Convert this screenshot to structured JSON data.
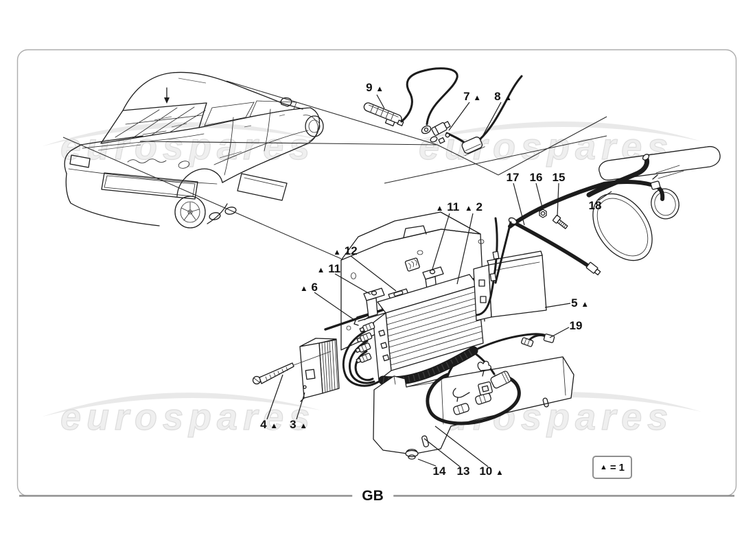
{
  "page": {
    "background": "#ffffff"
  },
  "frame": {
    "border_color": "#adadad",
    "bottom_rule_color": "#8f8f8f"
  },
  "footer": {
    "language_code": "GB"
  },
  "legend": {
    "marker": "▲",
    "equals_sign": "=",
    "value": "1"
  },
  "watermark": {
    "text": "eurospares",
    "color": "#efefef"
  },
  "colors": {
    "line_art": "#1c1c1c",
    "label_text": "#111111"
  },
  "labels": {
    "l9": {
      "num": "9",
      "marker": "▲"
    },
    "l7": {
      "num": "7",
      "marker": "▲"
    },
    "l8": {
      "num": "8",
      "marker": "▲"
    },
    "l17": {
      "num": "17"
    },
    "l16": {
      "num": "16"
    },
    "l15": {
      "num": "15"
    },
    "l18": {
      "num": "18"
    },
    "l11a": {
      "num": "11",
      "marker": "▲"
    },
    "l2": {
      "num": "2",
      "marker": "▲"
    },
    "l12": {
      "num": "12",
      "marker": "▲"
    },
    "l11b": {
      "num": "11",
      "marker": "▲"
    },
    "l6": {
      "num": "6",
      "marker": "▲"
    },
    "l5": {
      "num": "5",
      "marker": "▲"
    },
    "l19": {
      "num": "19"
    },
    "l4": {
      "num": "4",
      "marker": "▲"
    },
    "l3": {
      "num": "3",
      "marker": "▲"
    },
    "l14": {
      "num": "14"
    },
    "l13": {
      "num": "13"
    },
    "l10": {
      "num": "10",
      "marker": "▲"
    }
  }
}
